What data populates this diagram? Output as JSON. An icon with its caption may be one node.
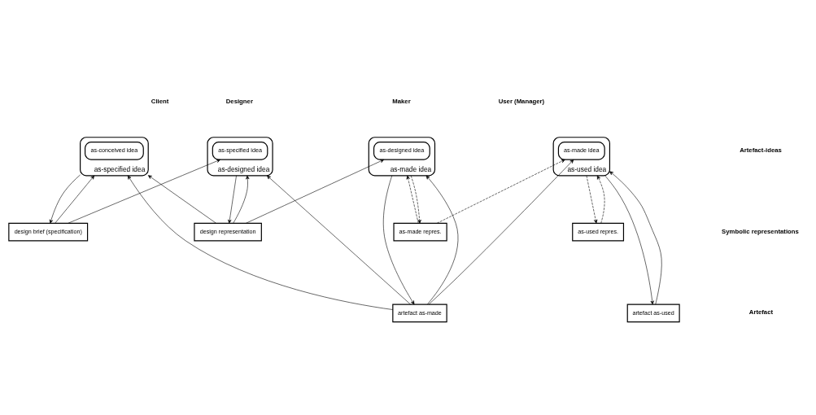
{
  "diagram": {
    "nodes": [
      {
        "text": [
          "as-specified idea"
        ]
      },
      {
        "text": [
          "as-conceived idea"
        ],
        "in": 0
      },
      {
        "text": [
          "as-designed idea"
        ]
      },
      {
        "text": [
          "as-specified idea"
        ],
        "in": 2
      },
      {
        "text": [
          "as-made idea"
        ]
      },
      {
        "text": [
          "as-designed idea"
        ],
        "in": 4
      },
      {
        "text": [
          "as-used idea"
        ]
      },
      {
        "text": [
          "as-made idea"
        ],
        "in": 6
      },
      {
        "text": [
          "design brief (specification)"
        ]
      },
      {
        "text": [
          "design representation"
        ]
      },
      {
        "text": [
          "as-made repres."
        ]
      },
      {
        "text": [
          "as-used repres."
        ]
      },
      {
        "text": [
          "artefact as-made"
        ]
      },
      {
        "text": [
          "artefact as-used"
        ]
      }
    ],
    "edges": [
      {
        "from": 0,
        "to": 8,
        "arrow": "to"
      },
      {
        "from": 8,
        "to": 0,
        "arrow": "to"
      },
      {
        "from": 8,
        "to": 3,
        "arrow": "to"
      },
      {
        "from": 2,
        "to": 9,
        "arrow": "to"
      },
      {
        "from": 9,
        "to": 2,
        "arrow": "to"
      },
      {
        "from": 9,
        "to": 0,
        "arrow": "to"
      },
      {
        "from": 12,
        "to": 0,
        "arrow": "to"
      },
      {
        "from": 12,
        "to": 2,
        "arrow": "to"
      },
      {
        "from": 9,
        "to": 5,
        "arrow": "to"
      },
      {
        "from": 4,
        "to": 10,
        "arrow": "to",
        "style": "dashed"
      },
      {
        "from": 10,
        "to": 4,
        "arrow": "to",
        "style": "dashed"
      },
      {
        "from": 4,
        "to": 12,
        "arrow": "to"
      },
      {
        "from": 12,
        "to": 4,
        "arrow": "to"
      },
      {
        "from": 10,
        "to": 7,
        "arrow": "to",
        "style": "dashed"
      },
      {
        "from": 12,
        "to": 7,
        "arrow": "to"
      },
      {
        "from": 6,
        "to": 11,
        "arrow": "to",
        "style": "dashed"
      },
      {
        "from": 11,
        "to": 6,
        "arrow": "to",
        "style": "dashed"
      },
      {
        "from": 6,
        "to": 13,
        "arrow": "to"
      },
      {
        "from": 13,
        "to": 6,
        "arrow": "to"
      }
    ],
    "labels": [
      "Client",
      "Designer",
      "Maker",
      "User (Manager)",
      "Artefact-ideas",
      "Symbolic representations",
      "Artefact"
    ]
  }
}
